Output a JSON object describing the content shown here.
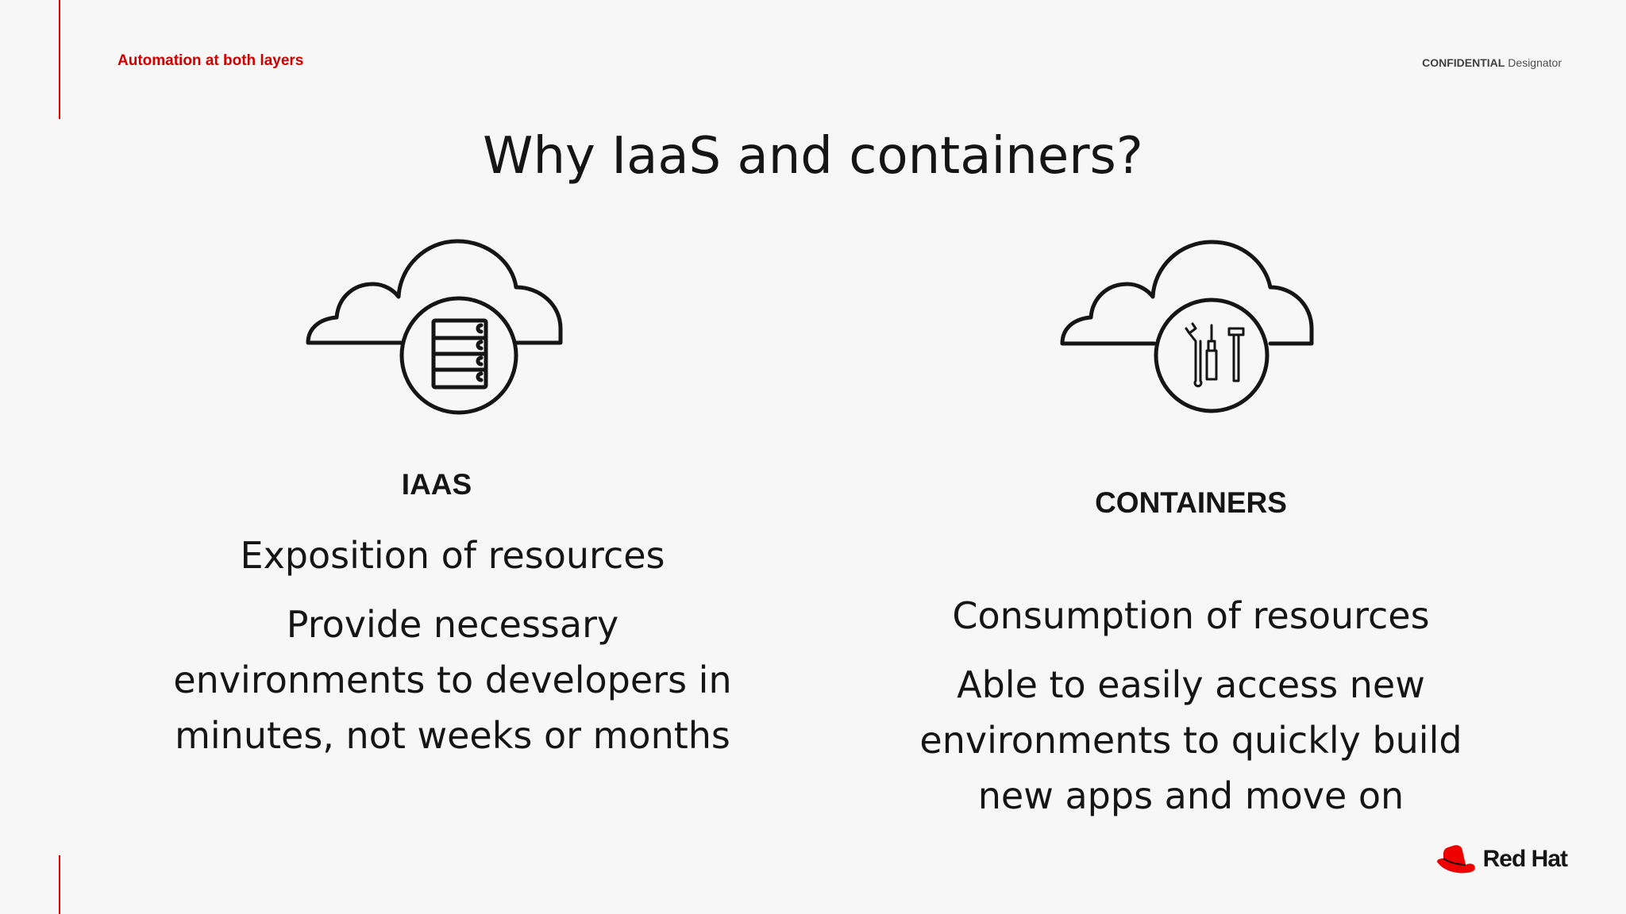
{
  "header": {
    "kicker": "Automation at both layers",
    "confidential_bold": "CONFIDENTIAL",
    "confidential_rest": "Designator"
  },
  "title": "Why IaaS and containers?",
  "columns": [
    {
      "heading": "IAAS",
      "icon": "cloud-server-icon",
      "lines": [
        "Exposition of resources"
      ],
      "para": [
        "Provide necessary",
        "environments to developers in",
        "minutes, not weeks or months"
      ]
    },
    {
      "heading": "CONTAINERS",
      "icon": "cloud-tools-icon",
      "lines": [
        "Consumption of resources"
      ],
      "para": [
        "Able to easily access new",
        "environments to quickly build",
        "new apps and move on"
      ]
    }
  ],
  "logo": {
    "text": "Red Hat",
    "brand_color": "#ee0000"
  },
  "colors": {
    "accent": "#e00000",
    "text": "#151515",
    "background": "#f7f7f7"
  }
}
